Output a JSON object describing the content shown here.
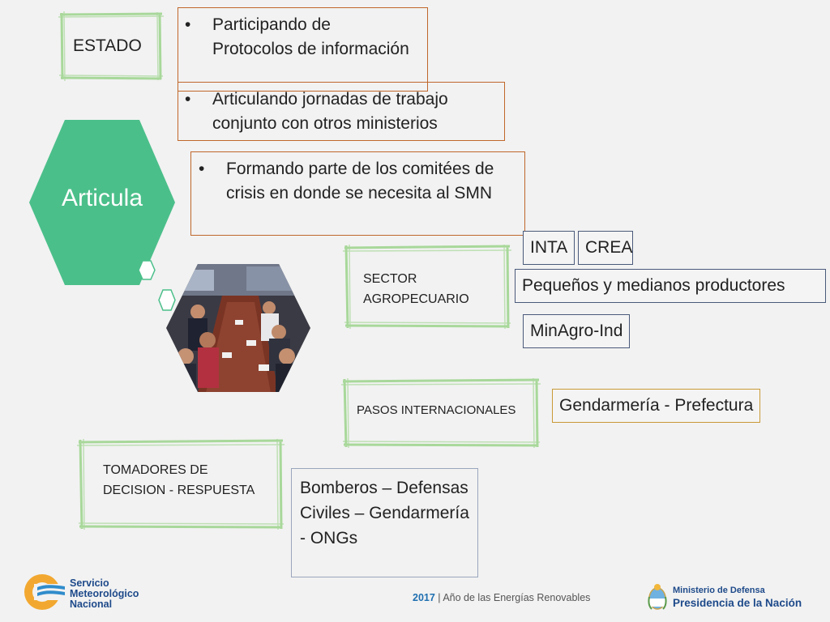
{
  "colors": {
    "green": "#4bbf8a",
    "frame_green": "#a8d89a",
    "orange": "#c0672b",
    "tag_border": "#4a5a7a",
    "gold": "#c99a38",
    "blue_logo": "#1e4a8a"
  },
  "estado": {
    "label": "ESTADO"
  },
  "bullets": [
    {
      "bullet": "•",
      "text": "Participando de Protocolos de información"
    },
    {
      "bullet": "•",
      "text": "Articulando jornadas de trabajo conjunto con otros ministerios"
    },
    {
      "bullet": "•",
      "text": "Formando parte de los comitées de crisis en donde se necesita al SMN"
    }
  ],
  "hexagon": {
    "label": "Articula"
  },
  "photo": {
    "icon": "meeting-photo"
  },
  "sector_agro": {
    "label": "SECTOR AGROPECUARIO",
    "tags": [
      "INTA",
      "CREA",
      "Pequeños y medianos productores",
      "MinAgro-Ind"
    ]
  },
  "pasos": {
    "label": "PASOS INTERNACIONALES",
    "tag": "Gendarmería - Prefectura"
  },
  "tomadores": {
    "label": "TOMADORES DE DECISION - RESPUESTA",
    "box_text": "Bomberos – Defensas Civiles – Gendarmería - ONGs"
  },
  "footer": {
    "logo_left_line1": "Servicio",
    "logo_left_line2": "Meteorológico",
    "logo_left_line3": "Nacional",
    "year": "2017",
    "separator": "|",
    "slogan": "Año de las Energías Renovables",
    "ministry": "Ministerio de Defensa",
    "presidency": "Presidencia de la Nación"
  }
}
